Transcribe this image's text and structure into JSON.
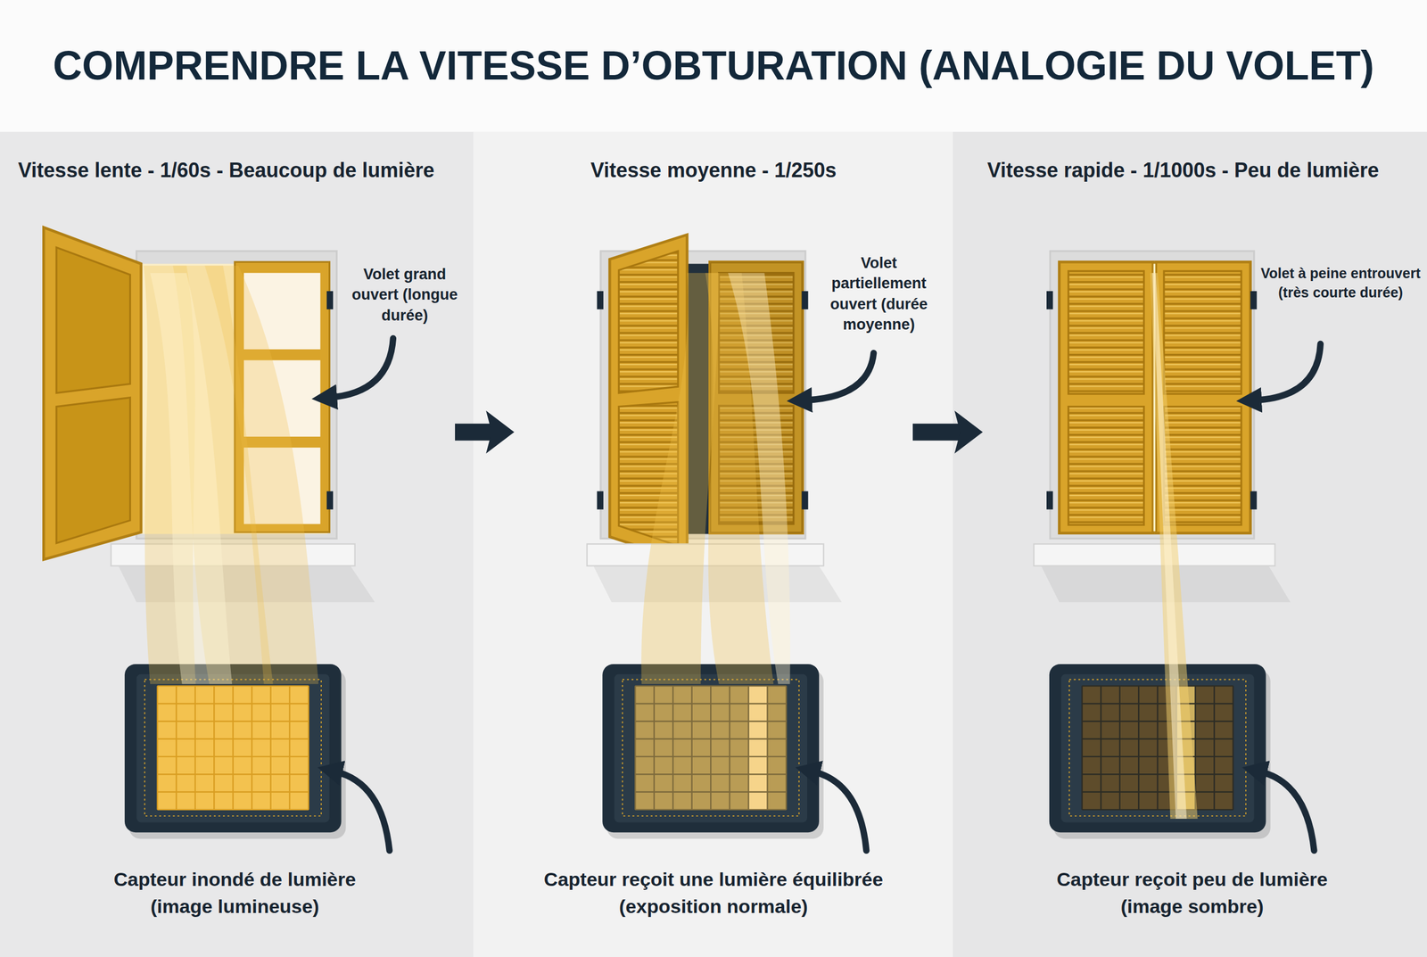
{
  "diagram": {
    "title": "COMPRENDRE LA VITESSE D’OBTURATION (ANALOGIE DU VOLET)",
    "nodes": [
      {
        "text": [
          "Vitesse lente - 1/60s - Beaucoup de lumière"
        ]
      },
      {
        "text": [
          "Vitesse moyenne - 1/250s"
        ]
      },
      {
        "text": [
          "Vitesse rapide - 1/1000s - Peu de lumière"
        ]
      }
    ],
    "edges": [
      {
        "from": 0,
        "to": 1,
        "arrow": "to"
      },
      {
        "from": 1,
        "to": 2,
        "arrow": "to"
      }
    ],
    "labels": [
      "Volet grand ouvert (longue durée)",
      "Volet partiellement ouvert (durée moyenne)",
      "Volet à peine entrouvert (très courte durée)",
      "Capteur inondé de lumière (image lumineuse)",
      "Capteur reçoit une lumière équilibrée (exposition normale)",
      "Capteur reçoit peu de lumière (image sombre)"
    ]
  }
}
